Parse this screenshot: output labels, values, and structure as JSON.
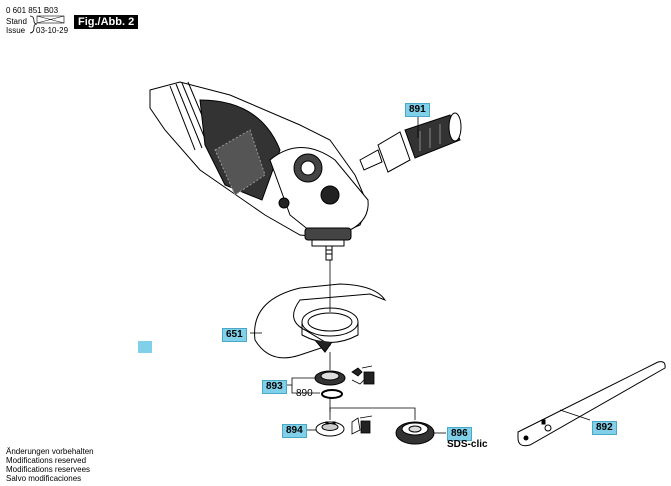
{
  "header": {
    "part_number": "0 601 851 B03",
    "stand_label": "Stand",
    "issue_label": "Issue",
    "stand_value": "03-10-29",
    "figure_tag": "Fig./Abb. 2"
  },
  "callouts": {
    "c891": "891",
    "c651": "651",
    "c893": "893",
    "c890": "890",
    "c894": "894",
    "c896": "896",
    "c892": "892",
    "sds": "SDS-clic"
  },
  "footer": [
    "Änderungen vorbehalten",
    "Modifications reserved",
    "Modifications reservees",
    "Salvo modificaciones"
  ]
}
